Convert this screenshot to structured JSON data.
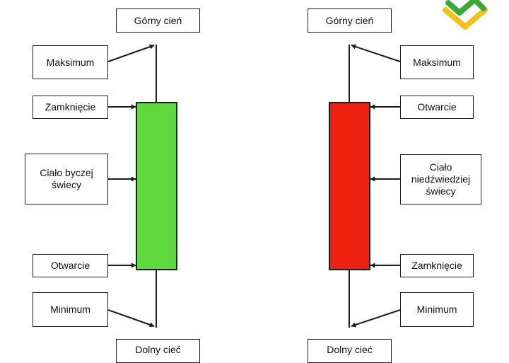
{
  "colors": {
    "bull_body": "#5fd93e",
    "bear_body": "#ee2111",
    "outline": "#1c1c1c",
    "logo_green": "#3aa935",
    "logo_yellow": "#f2c21b"
  },
  "bullish": {
    "upper_shadow": "Górny cień",
    "maximum": "Maksimum",
    "close": "Zamknięcie",
    "body": "Ciało byczej\nświecy",
    "open": "Otwarcie",
    "minimum": "Minimum",
    "lower_shadow": "Dolny cieć"
  },
  "bearish": {
    "upper_shadow": "Górny cień",
    "maximum": "Maksimum",
    "open": "Otwarcie",
    "body": "Ciało\nniedźwiedziej\nświecy",
    "close": "Zamknięcie",
    "minimum": "Minimum",
    "lower_shadow": "Dolny cieć"
  }
}
